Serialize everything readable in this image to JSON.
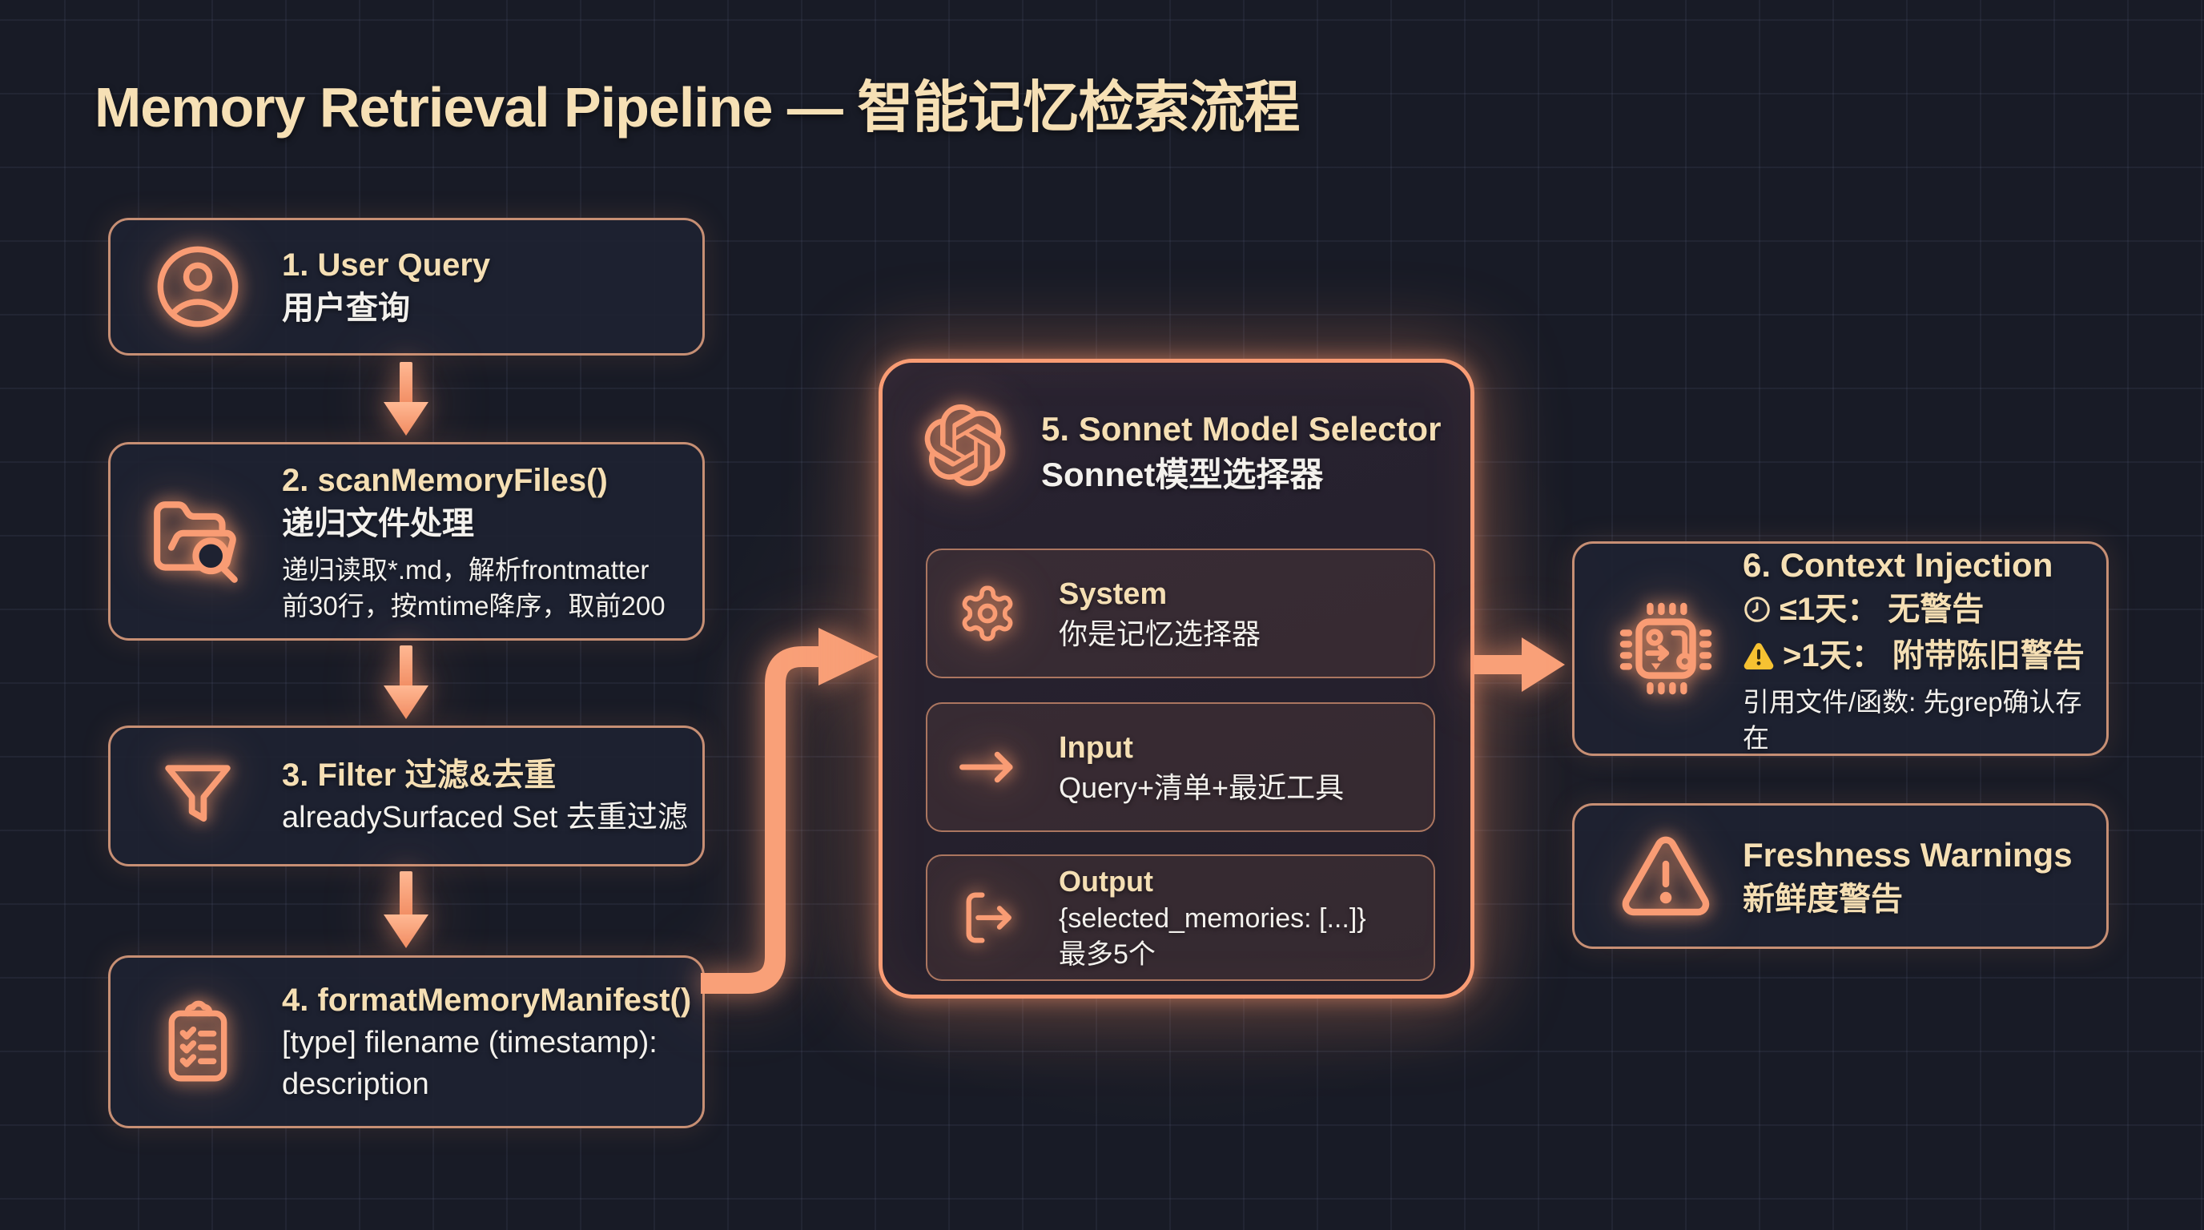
{
  "page": {
    "title": "Memory Retrieval Pipeline — 智能记忆检索流程"
  },
  "colors": {
    "background": "#181B26",
    "accent": "#F99C74",
    "box_border": "#C78F74",
    "cream_text": "#F5DFB4",
    "white_text": "#F3F1ED",
    "warning_yellow": "#F6C232"
  },
  "steps": {
    "user_query": {
      "icon": "user-icon",
      "title": "1. User Query",
      "subtitle": "用户查询"
    },
    "scan_memory_files": {
      "icon": "folder-search-icon",
      "title": "2. scanMemoryFiles()",
      "subtitle": "递归文件处理",
      "detail1": "递归读取*.md，解析frontmatter",
      "detail2": "前30行，按mtime降序，取前200"
    },
    "filter": {
      "icon": "funnel-icon",
      "title": "3. Filter 过滤&去重",
      "subtitle": "alreadySurfaced Set 去重过滤"
    },
    "format_manifest": {
      "icon": "clipboard-check-icon",
      "title": "4. formatMemoryManifest()",
      "detail1": "[type] filename (timestamp):",
      "detail2": "description"
    },
    "model_selector": {
      "icon": "openai-logo-icon",
      "title": "5. Sonnet Model Selector",
      "subtitle": "Sonnet模型选择器",
      "system": {
        "icon": "gear-icon",
        "label": "System",
        "body": "你是记忆选择器"
      },
      "input": {
        "icon": "arrow-right-icon",
        "label": "Input",
        "body": "Query+清单+最近工具"
      },
      "output": {
        "icon": "export-icon",
        "label": "Output",
        "body": "{selected_memories: [...]}",
        "note": "最多5个"
      }
    },
    "context_injection": {
      "icon": "chip-icon",
      "title": "6. Context Injection",
      "fresh_rule": "≤1天： 无警告",
      "stale_rule": ">1天： 附带陈旧警告",
      "grep_note": "引用文件/函数: 先grep确认存在"
    },
    "freshness_warnings": {
      "icon": "warning-triangle-icon",
      "title": "Freshness Warnings",
      "subtitle": "新鲜度警告"
    }
  }
}
